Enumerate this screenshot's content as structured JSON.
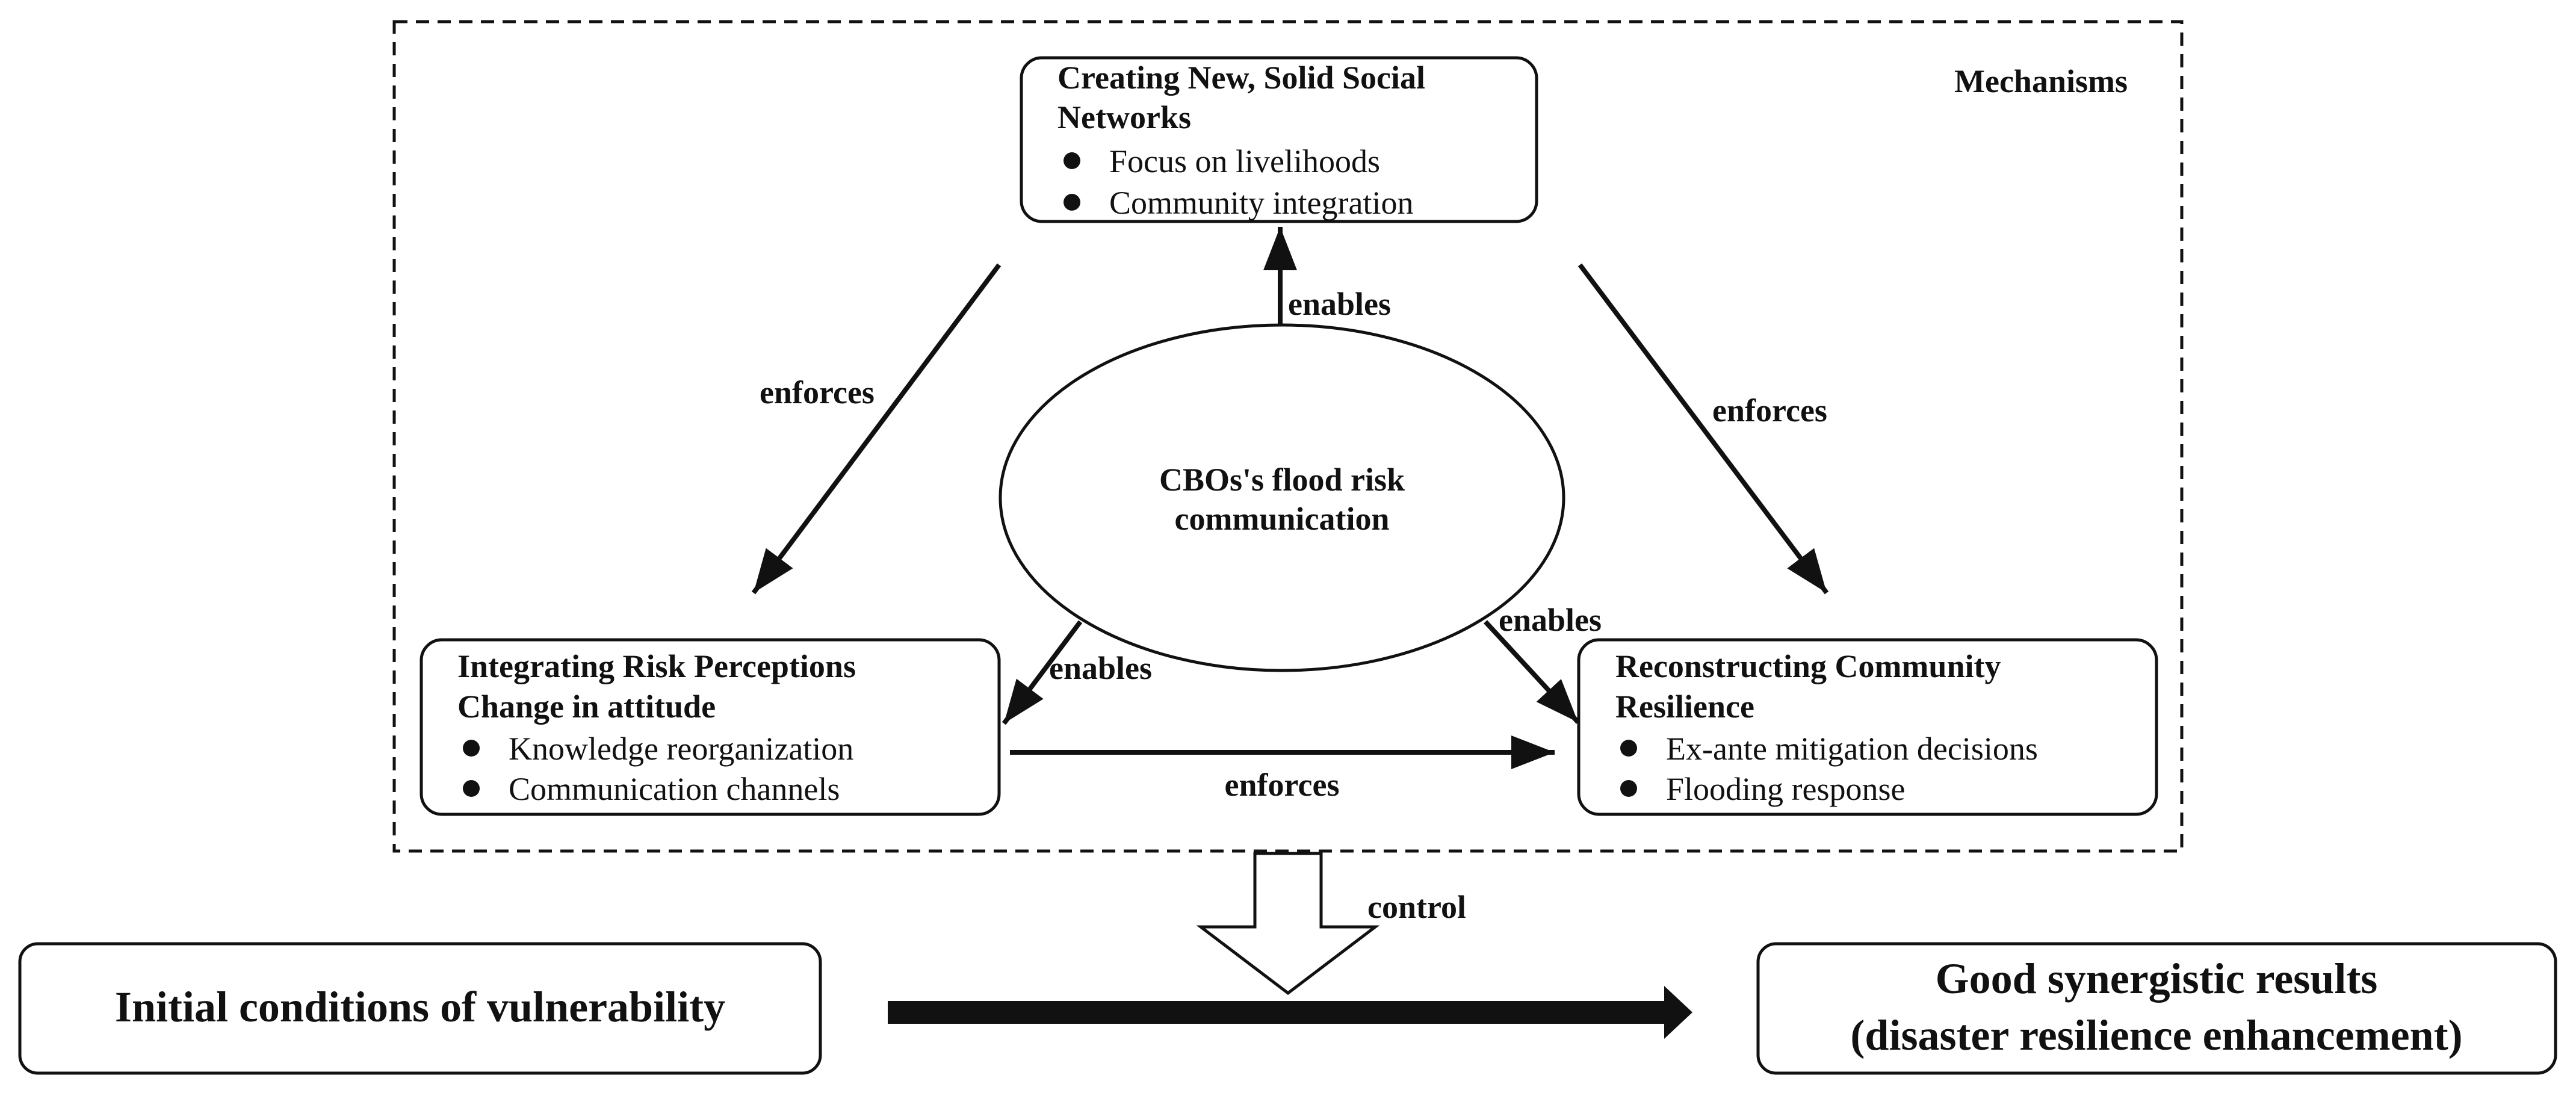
{
  "frame_label": "Mechanisms",
  "center": {
    "line1": "CBOs's flood risk",
    "line2": "communication"
  },
  "box_top": {
    "title1": "Creating New, Solid Social",
    "title2": "Networks",
    "bullet1": "Focus on livelihoods",
    "bullet2": "Community integration"
  },
  "box_left": {
    "title1": "Integrating Risk Perceptions",
    "title2": "Change in attitude",
    "bullet1": "Knowledge reorganization",
    "bullet2": "Communication channels"
  },
  "box_right": {
    "title1": "Reconstructing Community",
    "title2": "Resilience",
    "bullet1": "Ex-ante mitigation decisions",
    "bullet2": "Flooding response"
  },
  "edges": {
    "center_to_top": "enables",
    "center_to_left": "enables",
    "center_to_right": "enables",
    "top_to_left": "enforces",
    "top_to_right": "enforces",
    "left_to_right": "enforces"
  },
  "control_label": "control",
  "initial_conditions": "Initial conditions of vulnerability",
  "results": {
    "line1": "Good synergistic results",
    "line2": "(disaster resilience enhancement)"
  },
  "colors": {
    "stroke": "#111111",
    "background": "#ffffff"
  }
}
